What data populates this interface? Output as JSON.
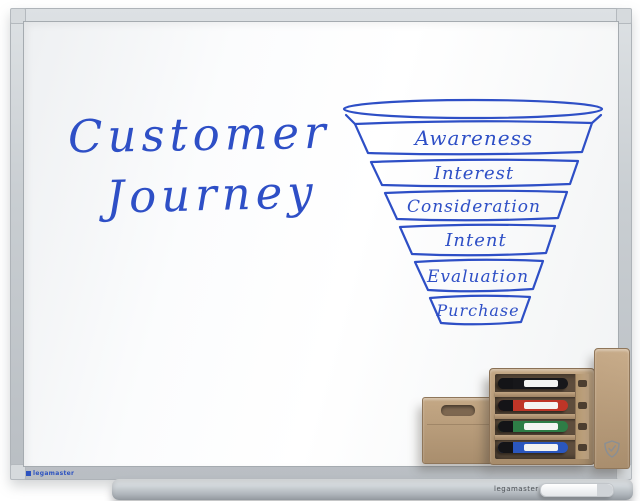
{
  "whiteboard": {
    "title_line1": "Customer",
    "title_line2": "Journey",
    "ink_color": "#2e4fc6"
  },
  "funnel": {
    "stages": [
      "Awareness",
      "Interest",
      "Consideration",
      "Intent",
      "Evaluation",
      "Purchase"
    ]
  },
  "branding": {
    "frame_logo": "legamaster",
    "tray_logo": "legamaster"
  },
  "accessories": {
    "marker_colors": [
      "#17171a",
      "#bf3527",
      "#2e7d46",
      "#2b57be"
    ],
    "tray_marker_color": "#ffffff",
    "wood_color": "#b99c79",
    "frame_color": "#c9ced2"
  }
}
